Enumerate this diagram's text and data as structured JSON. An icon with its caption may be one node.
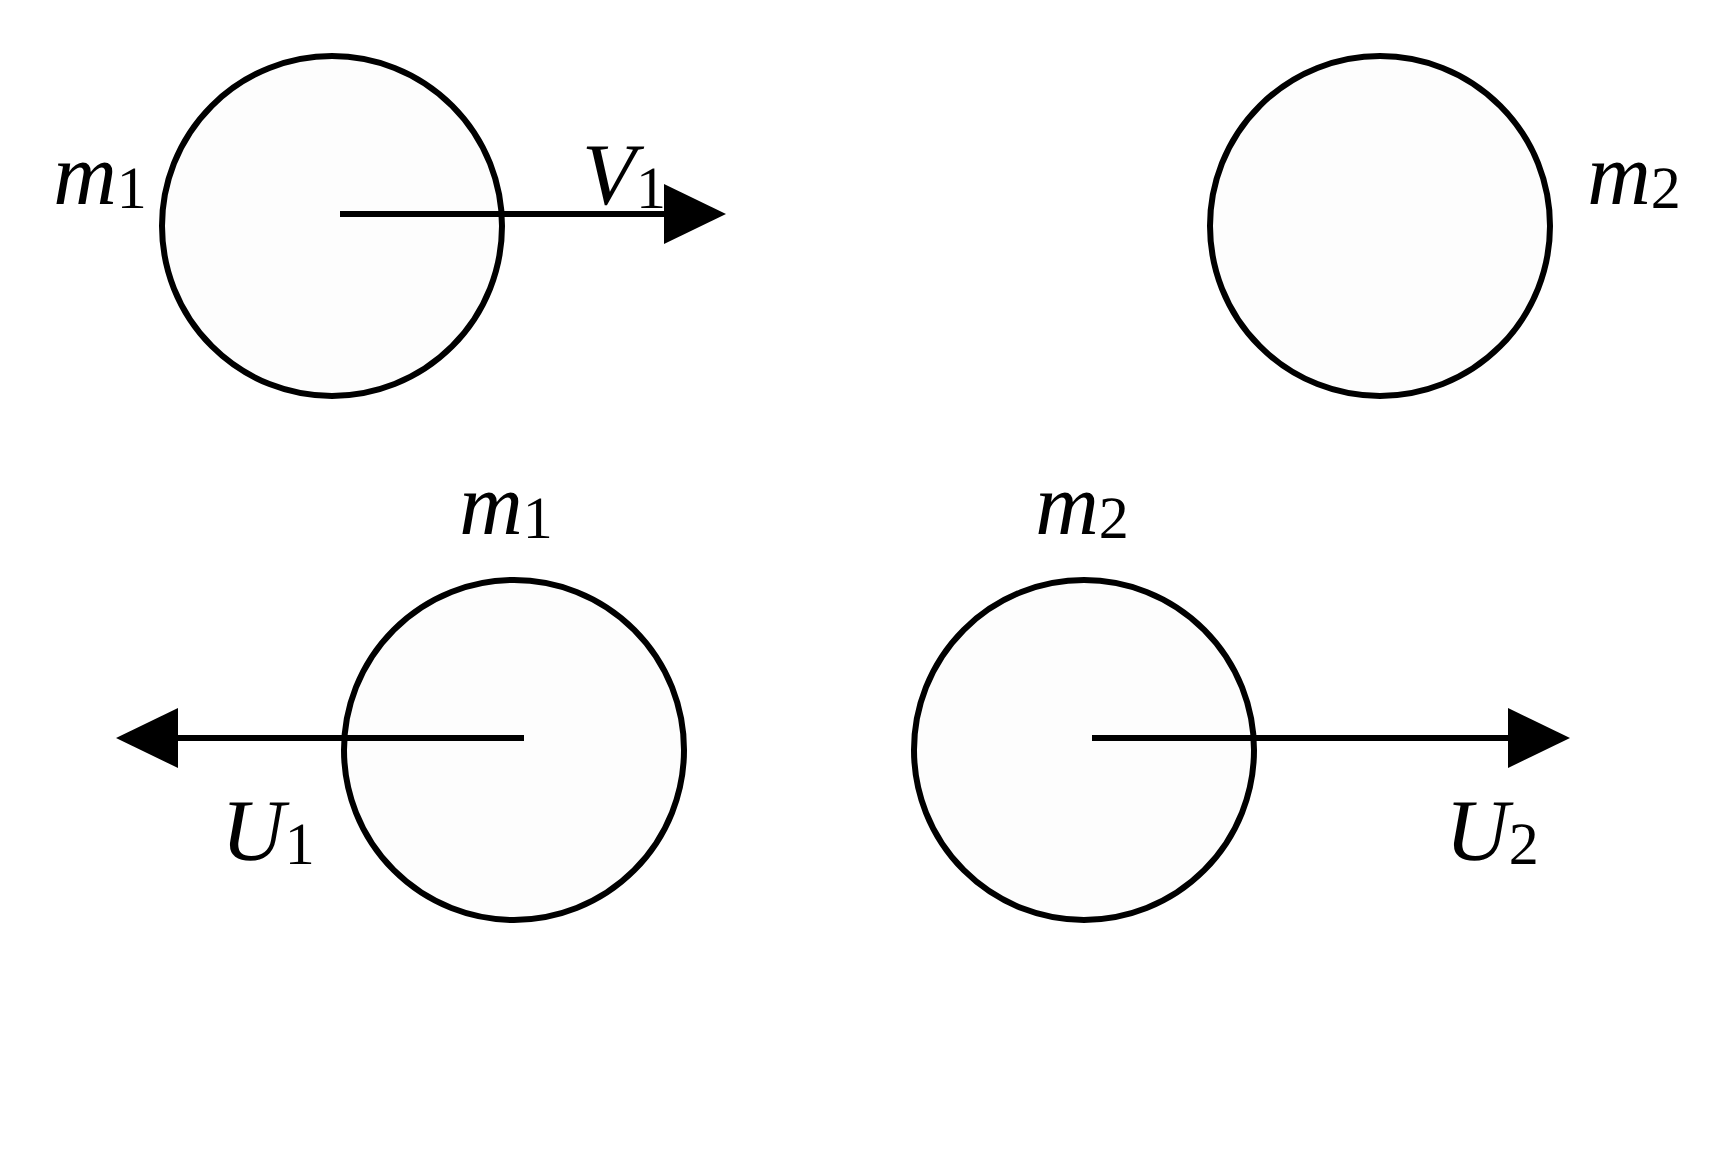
{
  "diagram": {
    "nodes": [
      {
        "text": [],
        "shape": "circle",
        "beside": [
          "*m*$_{1}$"
        ]
      },
      {
        "text": [],
        "shape": "circle",
        "beside": [
          "*m*$_{2}$"
        ]
      },
      {
        "text": [],
        "shape": "circle",
        "beside": [
          "*m*$_{1}$"
        ]
      },
      {
        "text": [],
        "shape": "circle",
        "beside": [
          "*m*$_{2}$"
        ]
      }
    ],
    "labels": [
      "*V*$_{1}$",
      "*U*$_{1}$",
      "*U*$_{2}$"
    ]
  }
}
